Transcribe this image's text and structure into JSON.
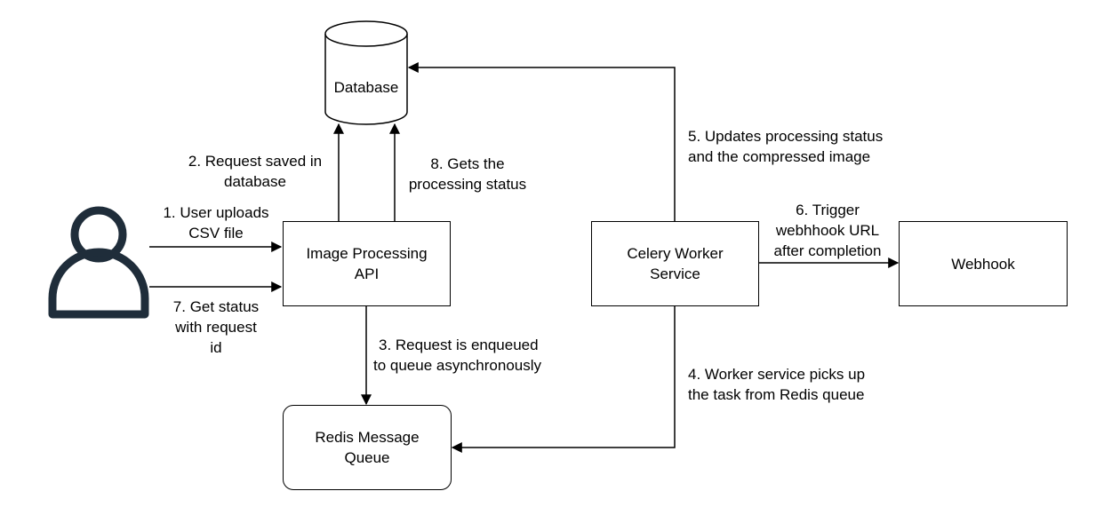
{
  "nodes": {
    "database": "Database",
    "api_line1": "Image Processing",
    "api_line2": "API",
    "worker_line1": "Celery Worker",
    "worker_line2": "Service",
    "webhook": "Webhook",
    "queue_line1": "Redis Message",
    "queue_line2": "Queue"
  },
  "edges": {
    "e1_line1": "1. User uploads",
    "e1_line2": "CSV file",
    "e2_line1": "2. Request saved in",
    "e2_line2": "database",
    "e3_line1": "3. Request is enqueued",
    "e3_line2": "to queue asynchronously",
    "e4_line1": "4. Worker service picks up",
    "e4_line2": "the task from Redis queue",
    "e5_line1": "5. Updates processing status",
    "e5_line2": "and the compressed image",
    "e6_line1": "6. Trigger",
    "e6_line2": "webhhook URL",
    "e6_line3": "after completion",
    "e7_line1": "7. Get status",
    "e7_line2": "with request",
    "e7_line3": "id",
    "e8_line1": "8. Gets the",
    "e8_line2": "processing status"
  },
  "colors": {
    "user_icon": "#1f2d3a",
    "stroke": "#000000"
  }
}
